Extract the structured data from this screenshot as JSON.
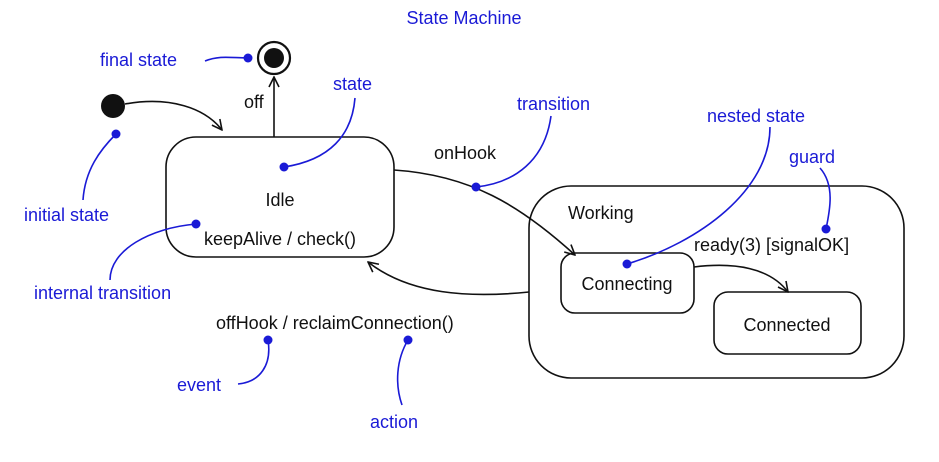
{
  "diagram": {
    "title": "State Machine",
    "states": {
      "idle": "Idle",
      "idle_internal": "keepAlive / check()",
      "working": "Working",
      "connecting": "Connecting",
      "connected": "Connected"
    },
    "transitions": {
      "off": "off",
      "on_hook": "onHook",
      "ready": "ready(3) [signalOK]",
      "off_hook": "offHook / reclaimConnection()"
    },
    "annotations": {
      "final_state": "final state",
      "state": "state",
      "transition": "transition",
      "nested_state": "nested state",
      "guard": "guard",
      "initial_state": "initial state",
      "internal_transition": "internal transition",
      "event": "event",
      "action": "action"
    },
    "colors": {
      "annotation": "#1a1ad6",
      "diagram": "#111111"
    }
  }
}
